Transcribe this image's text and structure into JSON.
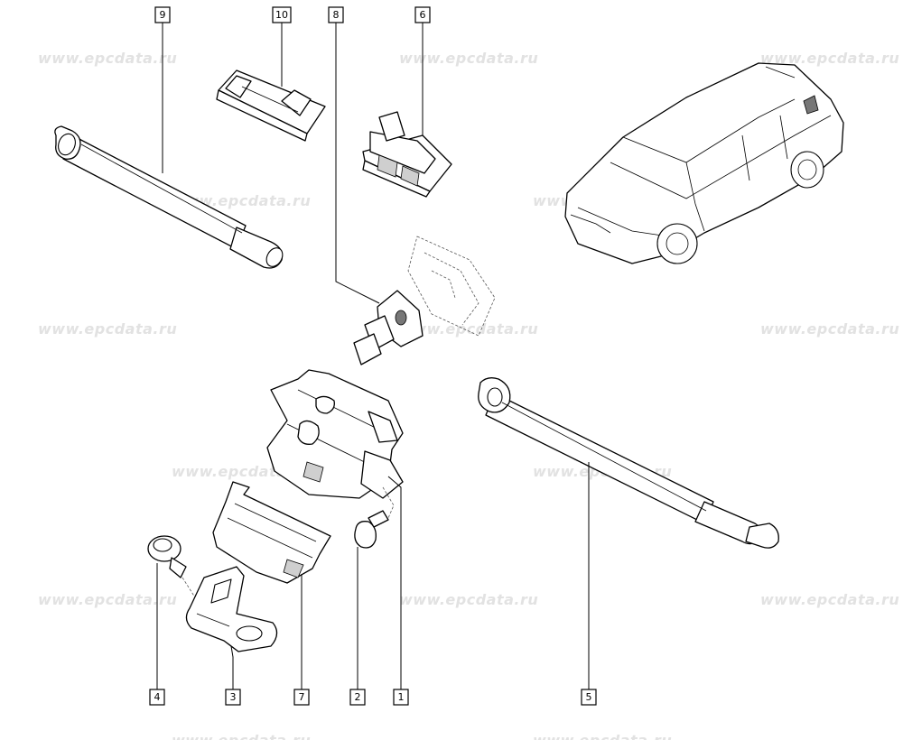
{
  "watermark": {
    "text": "www.epcdata.ru",
    "color": "#e2e2e2"
  },
  "callouts": [
    {
      "id": "1",
      "label": "1"
    },
    {
      "id": "2",
      "label": "2"
    },
    {
      "id": "3",
      "label": "3"
    },
    {
      "id": "4",
      "label": "4"
    },
    {
      "id": "5",
      "label": "5"
    },
    {
      "id": "6",
      "label": "6"
    },
    {
      "id": "7",
      "label": "7"
    },
    {
      "id": "8",
      "label": "8"
    },
    {
      "id": "9",
      "label": "9"
    },
    {
      "id": "10",
      "label": "10"
    }
  ]
}
